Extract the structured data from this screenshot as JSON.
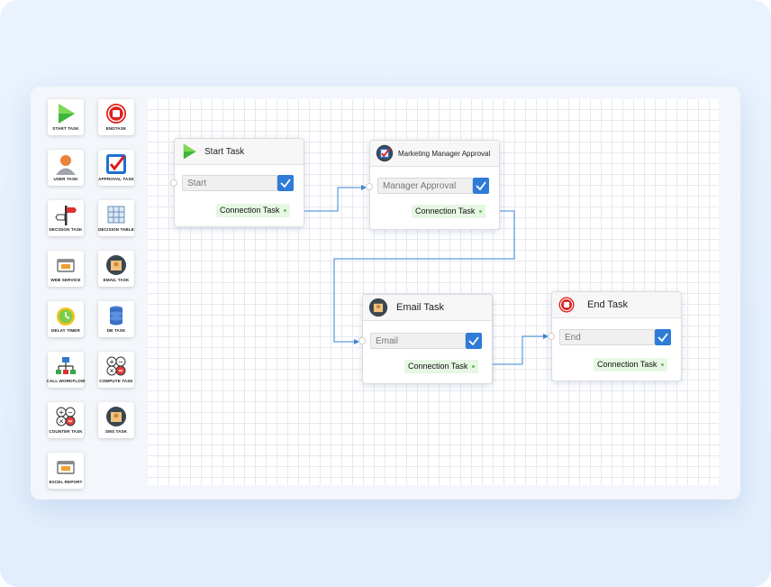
{
  "palette": {
    "items": [
      {
        "label": "START TASK",
        "icon": "play-icon"
      },
      {
        "label": "ENDTASK",
        "icon": "stop-icon"
      },
      {
        "label": "USER TASK",
        "icon": "user-icon"
      },
      {
        "label": "APPROVAL TASK",
        "icon": "approval-check-icon"
      },
      {
        "label": "DECISION TASK",
        "icon": "signpost-icon"
      },
      {
        "label": "DECISION TABLE",
        "icon": "table-icon"
      },
      {
        "label": "WEB SERVICE",
        "icon": "web-service-icon"
      },
      {
        "label": "EMAIL TASK",
        "icon": "email-icon"
      },
      {
        "label": "DELAY TIMER",
        "icon": "timer-icon"
      },
      {
        "label": "DB TASK",
        "icon": "database-icon"
      },
      {
        "label": "CALL WORKFLOW",
        "icon": "workflow-icon"
      },
      {
        "label": "COMPUTE TASK",
        "icon": "compute-icon"
      },
      {
        "label": "COUNTER TASK",
        "icon": "counter-icon"
      },
      {
        "label": "SMS TASK",
        "icon": "sms-icon"
      },
      {
        "label": "EXCEL REPORT",
        "icon": "excel-report-icon"
      }
    ]
  },
  "nodes": {
    "start": {
      "title": "Start Task",
      "field": "Start",
      "connection": "Connection Task"
    },
    "approval": {
      "title": "Marketing Manager Approval",
      "field": "Manager Approval",
      "connection": "Connection Task"
    },
    "email": {
      "title": "Email Task",
      "field": "Email",
      "connection": "Connection Task"
    },
    "end": {
      "title": "End Task",
      "field": "End",
      "connection": "Connection Task"
    }
  },
  "colors": {
    "accent": "#2f7bd8",
    "connection_bg": "#e6f7e4",
    "wire": "#3a86d6"
  }
}
